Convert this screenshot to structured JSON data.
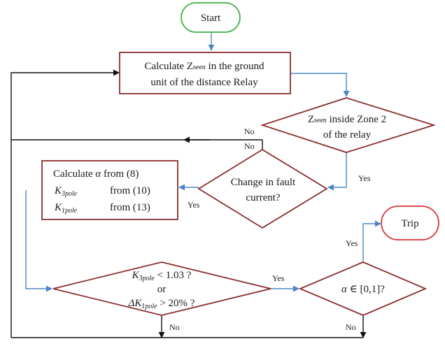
{
  "colors": {
    "box_stroke": "#8b2e2e",
    "start_stroke": "#3cb043",
    "trip_stroke": "#d93636",
    "flow_arrow": "#4a86c5",
    "loop_arrow": "#111111"
  },
  "nodes": {
    "start": {
      "label": "Start"
    },
    "calc_zseen": {
      "line1_a": "Calculate Z",
      "line1_sub": "seen",
      "line1_b": " in the ground",
      "line2": "unit of the distance Relay"
    },
    "zone2_check": {
      "line1_a": "Z",
      "line1_sub": "seen",
      "line1_b": " inside Zone 2",
      "line2": "of the relay"
    },
    "fault_current_check": {
      "line1": "Change in fault",
      "line2": "current?"
    },
    "calc_params": {
      "line1_a": "Calculate ",
      "line1_sym": "α",
      "line1_b": " from (8)",
      "line2_k": "K",
      "line2_sub": "3pole",
      "line2_ref": "from (10)",
      "line3_k": "K",
      "line3_sub": "1pole",
      "line3_ref": "from (13)"
    },
    "threshold_check": {
      "line1_k": "K",
      "line1_sub": "3pole",
      "line1_rest": " < 1.03 ?",
      "line2": "or",
      "line3_k": "ΔK",
      "line3_sub": "1pole",
      "line3_rest": " > 20% ?"
    },
    "alpha_check": {
      "sym": "α",
      "rest": " ∈ [0,1]?"
    },
    "trip": {
      "label": "Trip"
    }
  },
  "edge_labels": {
    "zone2_no": "No",
    "zone2_yes": "Yes",
    "fault_no": "No",
    "fault_yes": "Yes",
    "threshold_yes": "Yes",
    "threshold_no": "No",
    "alpha_yes": "Yes",
    "alpha_no": "No"
  }
}
